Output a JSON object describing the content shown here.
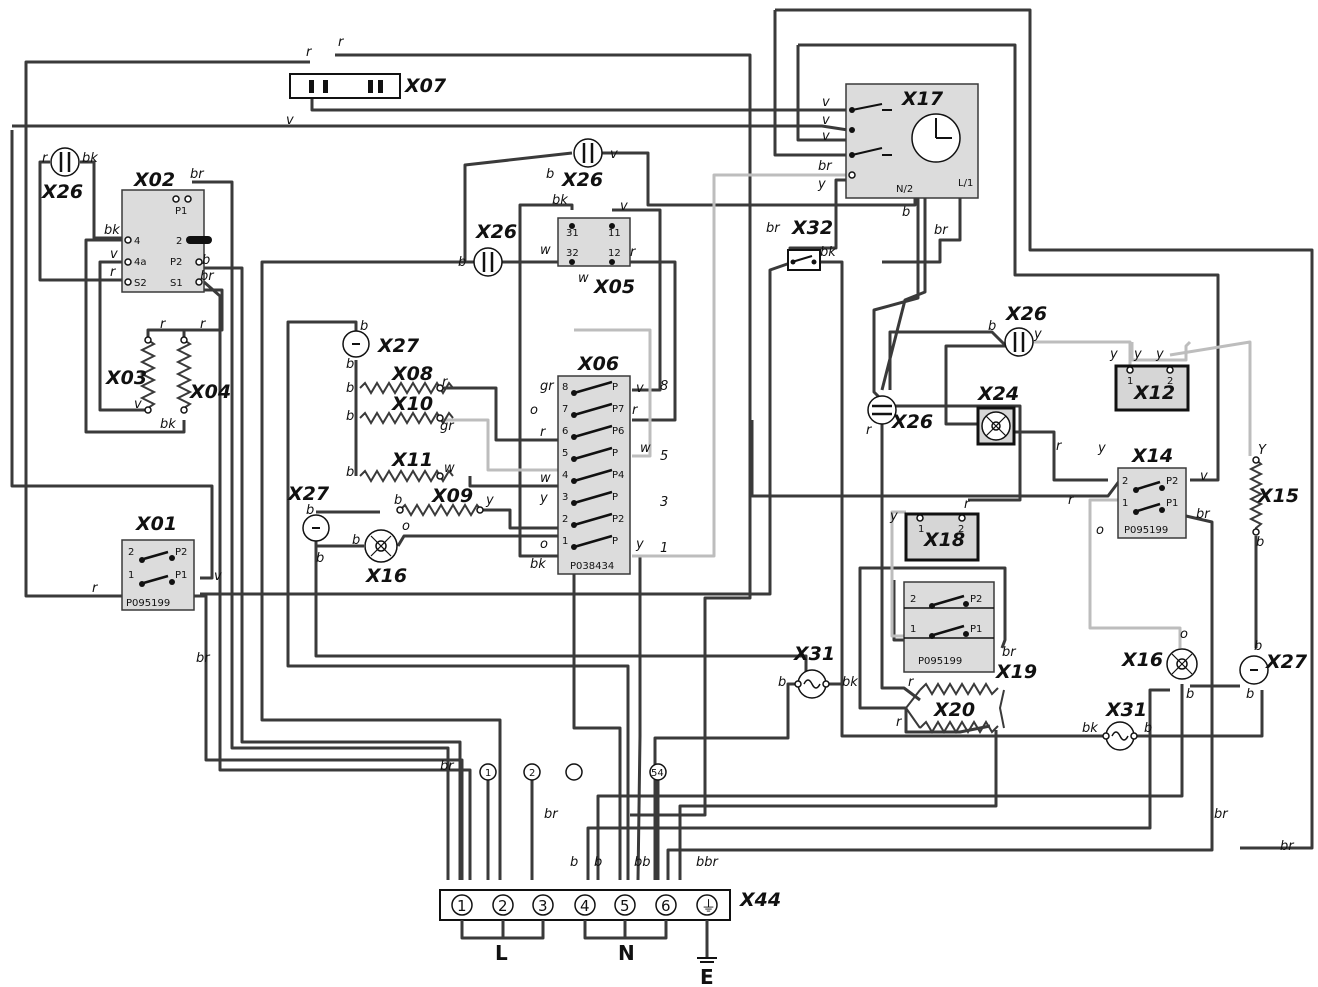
{
  "components": {
    "x01": {
      "label": "X01",
      "part": "P095199",
      "pins": [
        "2",
        "P2",
        "1",
        "P1"
      ]
    },
    "x02": {
      "label": "X02",
      "pins": [
        "P1",
        "4",
        "2",
        "4a",
        "P2",
        "S2",
        "S1"
      ]
    },
    "x03": {
      "label": "X03"
    },
    "x04": {
      "label": "X04"
    },
    "x05": {
      "label": "X05",
      "pins": [
        "31",
        "11",
        "32",
        "12"
      ]
    },
    "x06": {
      "label": "X06",
      "part": "P038434",
      "pins": [
        "8",
        "7",
        "6",
        "5",
        "4",
        "3",
        "2",
        "1",
        "P",
        "P7",
        "P6",
        "P",
        "P4",
        "P",
        "P2",
        "P"
      ]
    },
    "x07": {
      "label": "X07"
    },
    "x08": {
      "label": "X08"
    },
    "x09": {
      "label": "X09"
    },
    "x10": {
      "label": "X10"
    },
    "x11": {
      "label": "X11"
    },
    "x12": {
      "label": "X12",
      "pins": [
        "1",
        "2"
      ]
    },
    "x14": {
      "label": "X14",
      "part": "P095199",
      "pins": [
        "2",
        "P2",
        "1",
        "P1"
      ]
    },
    "x15": {
      "label": "X15"
    },
    "x16": {
      "label": "X16"
    },
    "x16b": {
      "label": "X16"
    },
    "x17": {
      "label": "X17",
      "pins": [
        "N/2",
        "L/1"
      ]
    },
    "x18": {
      "label": "X18",
      "pins": [
        "1",
        "2"
      ]
    },
    "x19": {
      "label": "X19",
      "part": "P095199",
      "pins": [
        "2",
        "P2",
        "1",
        "P1"
      ]
    },
    "x20": {
      "label": "X20"
    },
    "x24": {
      "label": "X24"
    },
    "x26a": {
      "label": "X26"
    },
    "x26b": {
      "label": "X26"
    },
    "x26c": {
      "label": "X26"
    },
    "x26d": {
      "label": "X26"
    },
    "x26e": {
      "label": "X26"
    },
    "x27a": {
      "label": "X27"
    },
    "x27b": {
      "label": "X27"
    },
    "x27c": {
      "label": "X27"
    },
    "x31a": {
      "label": "X31"
    },
    "x31b": {
      "label": "X31"
    },
    "x32": {
      "label": "X32"
    },
    "x44": {
      "label": "X44"
    }
  },
  "terminal_block": {
    "terminals": [
      "1",
      "2",
      "3",
      "4",
      "5",
      "6",
      "⏚"
    ],
    "circled": [
      "1",
      "2",
      "54"
    ],
    "groups": {
      "L": "L",
      "N": "N",
      "E": "E"
    }
  },
  "wire_labels": {
    "x07_r1": "r",
    "x07_r2": "r",
    "top_v": "v",
    "x26a_r": "r",
    "x26a_bk": "bk",
    "x02_br": "br",
    "x02_bk": "bk",
    "x02_v": "v",
    "x02_r": "r",
    "x02_b": "b",
    "x02_br2": "br",
    "x03_r": "r",
    "x04_r": "r",
    "x03_v": "v",
    "x04_bk": "bk",
    "x26b_b": "b",
    "x26b_v": "v",
    "x05_bk": "bk",
    "x05_v": "v",
    "x05_w": "w",
    "x05_r": "r",
    "x05_w2": "w",
    "x26c_b": "b",
    "x17_v1": "v",
    "x17_v2": "v",
    "x17_v3": "v",
    "x17_br": "br",
    "x17_y": "y",
    "x17_b": "b",
    "x17_br2": "br",
    "x32_br": "br",
    "x32_bk": "bk",
    "x27a_b1": "b",
    "x27a_b2": "b",
    "x08_b": "b",
    "x08_r": "r",
    "x10_b": "b",
    "x10_gr": "gr",
    "x11_b": "b",
    "x11_w": "w",
    "x06_gr": "gr",
    "x06_o": "o",
    "x06_r": "r",
    "x06_w": "w",
    "x06_y": "y",
    "x06_o2": "o",
    "x06_bk": "bk",
    "x06_v": "v",
    "x06_r2": "r",
    "x06_w2": "w",
    "x06_y2": "y",
    "x06_n8": "8",
    "x06_n5": "5",
    "x06_n3": "3",
    "x06_n1": "1",
    "x09_b": "b",
    "x09_y": "y",
    "x27b_b1": "b",
    "x27b_b2": "b",
    "x16_b": "b",
    "x16_o": "o",
    "x01_r": "r",
    "x01_v": "v",
    "x01_br": "br",
    "x26d_b": "b",
    "x26d_y": "y",
    "x12_y1": "y",
    "x12_y2": "y",
    "x12_y3": "y",
    "x26e_r": "r",
    "x24_r": "r",
    "x14_y": "y",
    "x14_v": "v",
    "x14_r": "r",
    "x14_o": "o",
    "x14_br": "br",
    "x15_y": "Y",
    "x15_b": "b",
    "x18_y": "y",
    "x18_r": "r",
    "x19_br": "br",
    "x31a_b": "b",
    "x31a_bk": "bk",
    "x20_r1": "r",
    "x20_r2": "r",
    "x31b_bk": "bk",
    "x31b_b": "b",
    "x16b_o": "o",
    "x16b_b": "b",
    "x27c_b1": "b",
    "x27c_b2": "b",
    "bot_br1": "br",
    "bot_br2": "br",
    "bot_br3": "br",
    "bot_br4": "br",
    "bot_b1": "b",
    "bot_b2": "b",
    "bot_bb": "bb",
    "bot_bbr": "bbr"
  },
  "colors": {
    "wire": "#3a3a3a",
    "wire_light": "#bdbdbd",
    "component_fill": "#dcdcdc"
  }
}
